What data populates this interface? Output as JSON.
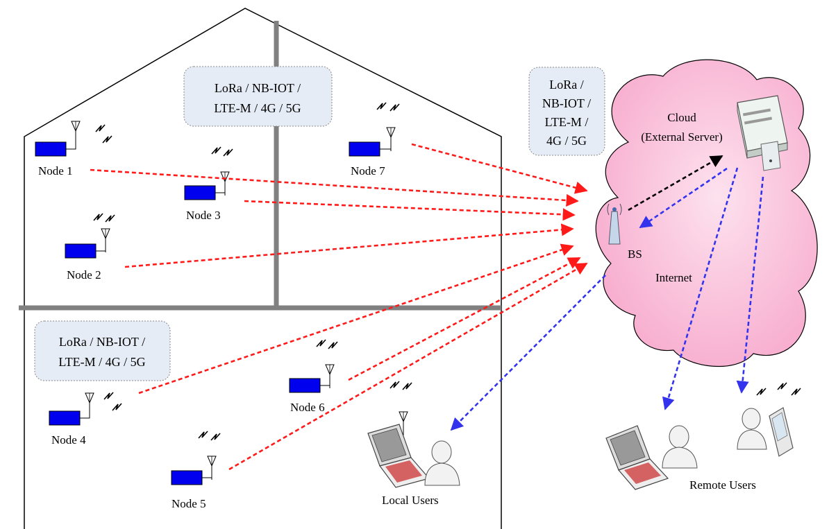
{
  "protocol_boxes": {
    "top_floor": [
      "LoRa / NB-IOT /",
      "LTE-M / 4G / 5G"
    ],
    "bottom_floor": [
      "LoRa / NB-IOT /",
      "LTE-M / 4G / 5G"
    ],
    "outside": [
      "LoRa /",
      "NB-IOT /",
      "LTE-M /",
      "4G / 5G"
    ]
  },
  "nodes": {
    "node1": "Node 1",
    "node2": "Node 2",
    "node3": "Node 3",
    "node4": "Node 4",
    "node5": "Node 5",
    "node6": "Node 6",
    "node7": "Node 7"
  },
  "cloud": {
    "title": "Cloud",
    "subtitle": "(External Server)",
    "bs": "BS",
    "internet": "Internet"
  },
  "users": {
    "local": "Local Users",
    "remote": "Remote Users"
  },
  "colors": {
    "uplink": "#ff1a1a",
    "downlink": "#3333ee",
    "server_link": "#000000",
    "node_fill": "#0000ee",
    "cloud_fill": "#f9b3d4",
    "wall": "#808080",
    "box_fill": "#e6ecf5"
  }
}
